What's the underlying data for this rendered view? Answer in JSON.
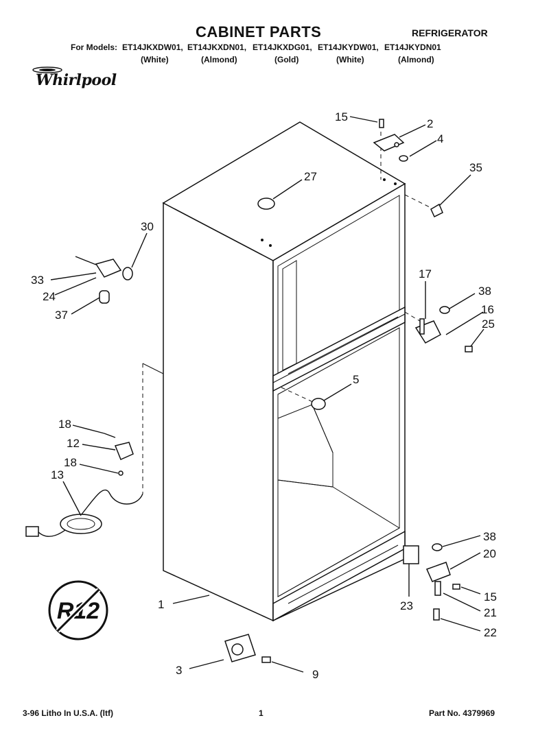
{
  "header": {
    "title": "CABINET PARTS",
    "category": "REFRIGERATOR",
    "models_prefix": "For Models:",
    "models": [
      {
        "model": "ET14JKXDW01,",
        "finish": "(White)"
      },
      {
        "model": "ET14JKXDN01,",
        "finish": "(Almond)"
      },
      {
        "model": "ET14JKXDG01,",
        "finish": "(Gold)"
      },
      {
        "model": "ET14JKYDW01,",
        "finish": "(White)"
      },
      {
        "model": "ET14JKYDN01",
        "finish": "(Almond)"
      }
    ],
    "brand": "Whirlpool"
  },
  "diagram": {
    "callouts": [
      "15",
      "2",
      "4",
      "35",
      "27",
      "30",
      "33",
      "24",
      "37",
      "17",
      "38",
      "16",
      "25",
      "5",
      "18",
      "12",
      "18",
      "13",
      "38",
      "20",
      "15",
      "21",
      "23",
      "22",
      "1",
      "3",
      "9"
    ],
    "badge_text": "R12",
    "badge_meaning": "no-R12-refrigerant-icon"
  },
  "footer": {
    "print_info": "3-96 Litho In U.S.A. (ltf)",
    "page": "1",
    "part_number": "Part No. 4379969"
  }
}
